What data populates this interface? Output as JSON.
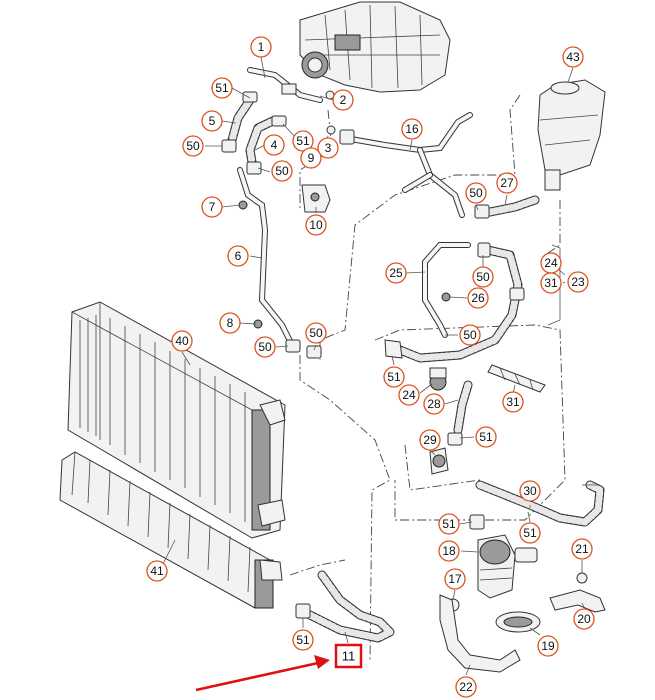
{
  "diagram": {
    "callouts": [
      {
        "id": "c-1",
        "label": "1"
      },
      {
        "id": "c-2",
        "label": "2"
      },
      {
        "id": "c-51a",
        "label": "51"
      },
      {
        "id": "c-5",
        "label": "5"
      },
      {
        "id": "c-51b",
        "label": "51"
      },
      {
        "id": "c-4",
        "label": "4"
      },
      {
        "id": "c-50a",
        "label": "50"
      },
      {
        "id": "c-3",
        "label": "3"
      },
      {
        "id": "c-9",
        "label": "9"
      },
      {
        "id": "c-50b",
        "label": "50"
      },
      {
        "id": "c-7",
        "label": "7"
      },
      {
        "id": "c-10",
        "label": "10"
      },
      {
        "id": "c-16",
        "label": "16"
      },
      {
        "id": "c-43",
        "label": "43"
      },
      {
        "id": "c-50c",
        "label": "50"
      },
      {
        "id": "c-27",
        "label": "27"
      },
      {
        "id": "c-6",
        "label": "6"
      },
      {
        "id": "c-25",
        "label": "25"
      },
      {
        "id": "c-50d",
        "label": "50"
      },
      {
        "id": "c-24a",
        "label": "24"
      },
      {
        "id": "c-23",
        "label": "23"
      },
      {
        "id": "c-31a",
        "label": "31"
      },
      {
        "id": "c-26",
        "label": "26"
      },
      {
        "id": "c-8",
        "label": "8"
      },
      {
        "id": "c-50e",
        "label": "50"
      },
      {
        "id": "c-40",
        "label": "40"
      },
      {
        "id": "c-50f",
        "label": "50"
      },
      {
        "id": "c-50g",
        "label": "50"
      },
      {
        "id": "c-51c",
        "label": "51"
      },
      {
        "id": "c-24b",
        "label": "24"
      },
      {
        "id": "c-28",
        "label": "28"
      },
      {
        "id": "c-31b",
        "label": "31"
      },
      {
        "id": "c-29",
        "label": "29"
      },
      {
        "id": "c-51d",
        "label": "51"
      },
      {
        "id": "c-30",
        "label": "30"
      },
      {
        "id": "c-51e",
        "label": "51"
      },
      {
        "id": "c-51f",
        "label": "51"
      },
      {
        "id": "c-18",
        "label": "18"
      },
      {
        "id": "c-21",
        "label": "21"
      },
      {
        "id": "c-41",
        "label": "41"
      },
      {
        "id": "c-17",
        "label": "17"
      },
      {
        "id": "c-20",
        "label": "20"
      },
      {
        "id": "c-51g",
        "label": "51"
      },
      {
        "id": "c-19",
        "label": "19"
      },
      {
        "id": "c-22",
        "label": "22"
      }
    ],
    "highlighted": {
      "label": "11"
    }
  }
}
